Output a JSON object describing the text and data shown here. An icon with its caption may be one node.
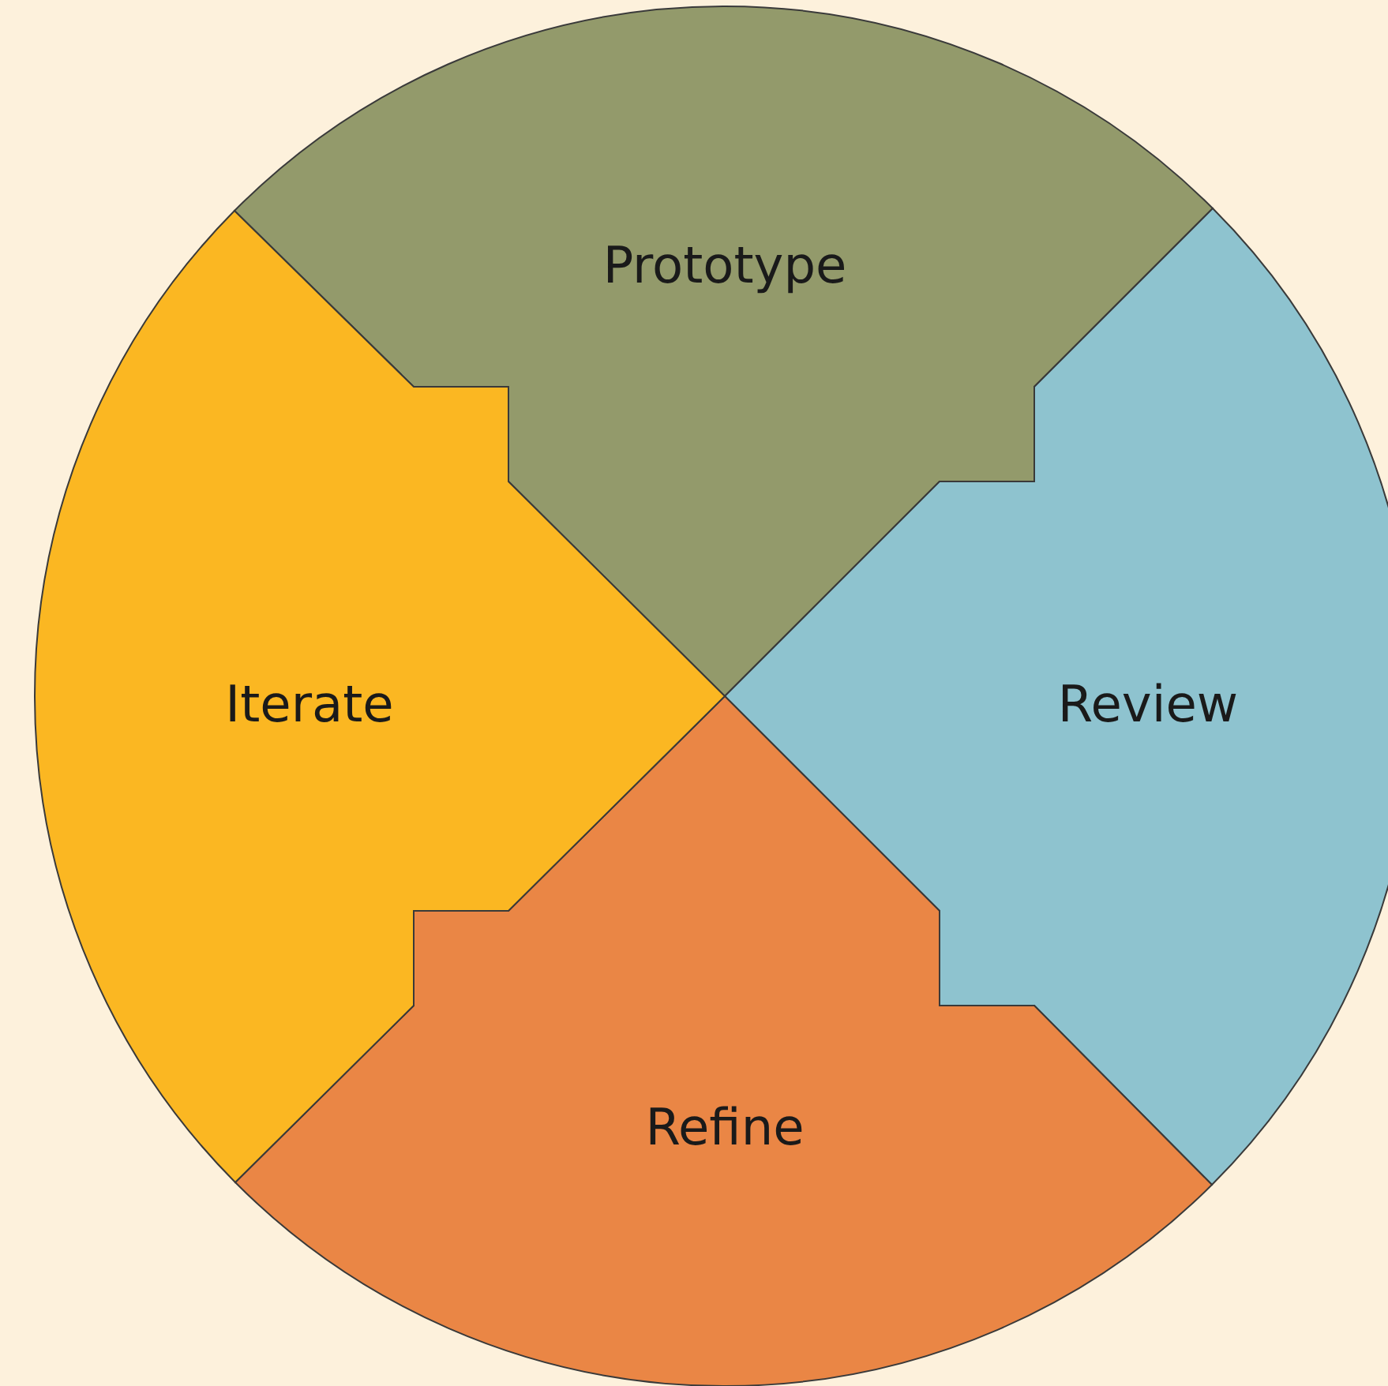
{
  "diagram": {
    "nodes": [
      {
        "text": [
          "Prototype"
        ]
      },
      {
        "text": [
          "Review"
        ]
      },
      {
        "text": [
          "Refine"
        ]
      },
      {
        "text": [
          "Iterate"
        ]
      }
    ]
  }
}
